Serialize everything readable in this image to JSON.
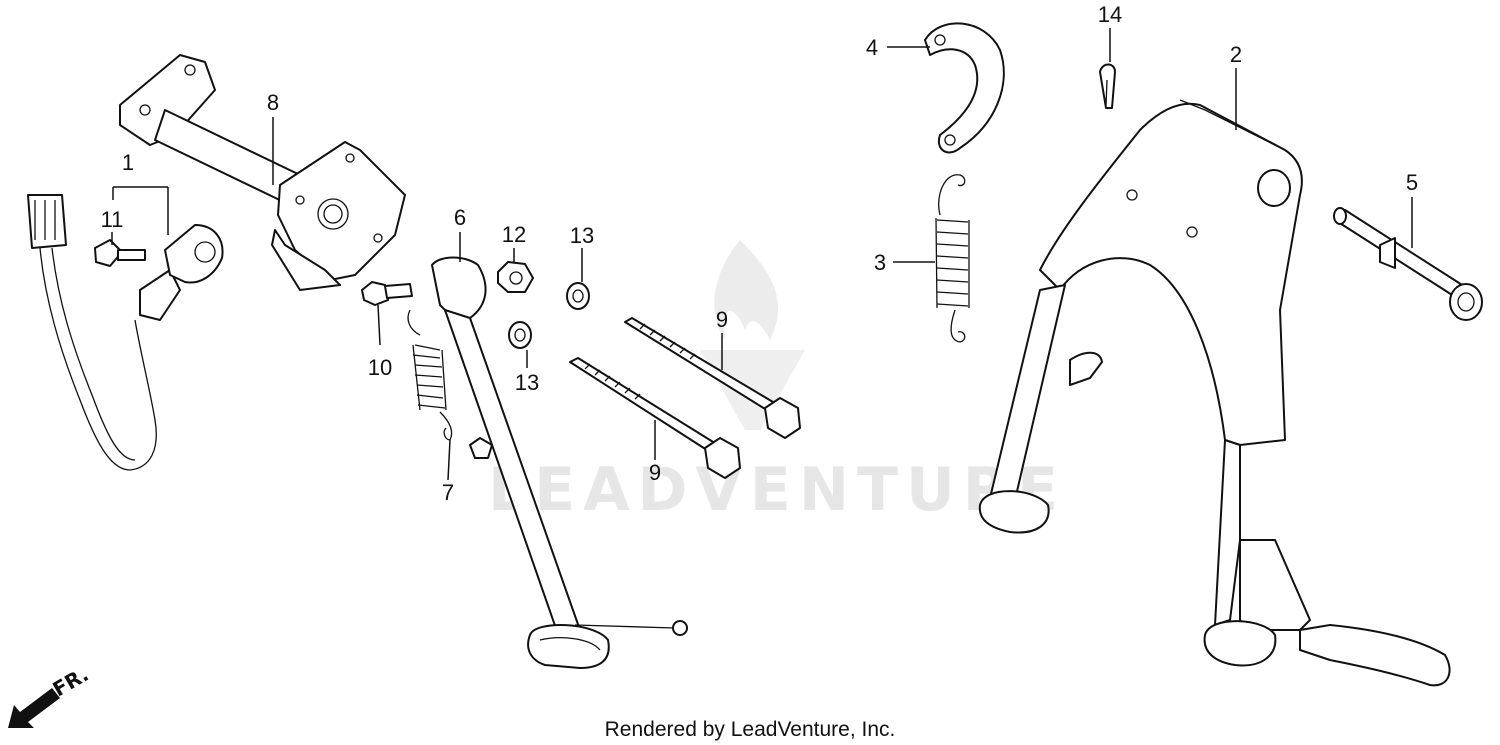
{
  "callouts": [
    {
      "id": "c1",
      "text": "1"
    },
    {
      "id": "c2",
      "text": "2"
    },
    {
      "id": "c3",
      "text": "3"
    },
    {
      "id": "c4",
      "text": "4"
    },
    {
      "id": "c5",
      "text": "5"
    },
    {
      "id": "c6",
      "text": "6"
    },
    {
      "id": "c7",
      "text": "7"
    },
    {
      "id": "c8",
      "text": "8"
    },
    {
      "id": "c9a",
      "text": "9"
    },
    {
      "id": "c9b",
      "text": "9"
    },
    {
      "id": "c10",
      "text": "10"
    },
    {
      "id": "c11",
      "text": "11"
    },
    {
      "id": "c12",
      "text": "12"
    },
    {
      "id": "c13a",
      "text": "13"
    },
    {
      "id": "c13b",
      "text": "13"
    },
    {
      "id": "c14",
      "text": "14"
    }
  ],
  "watermark": "LEADVENTURE",
  "direction_label": "FR.",
  "credit": "Rendered by LeadVenture, Inc."
}
